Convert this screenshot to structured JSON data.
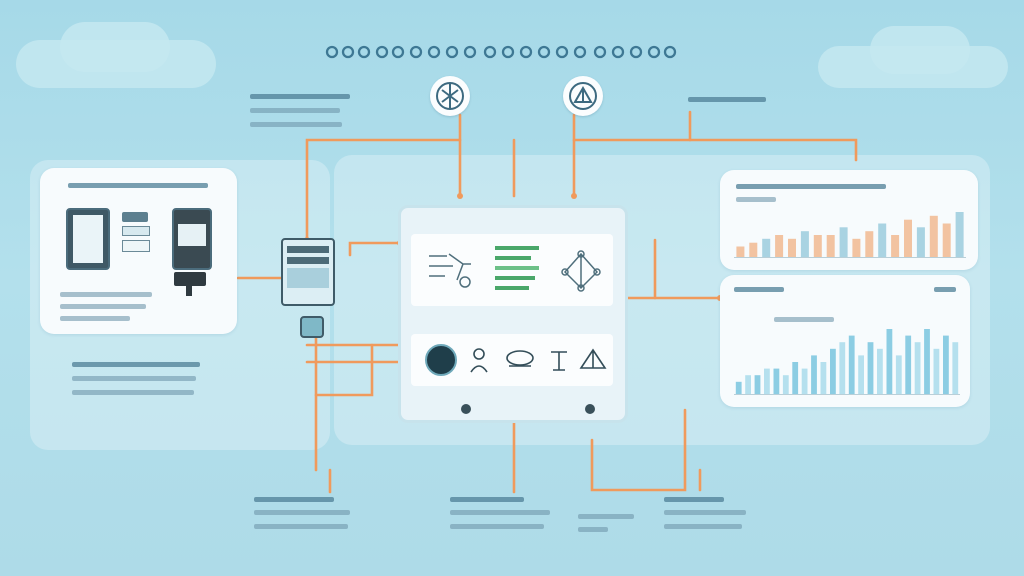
{
  "diagram": {
    "title": "",
    "accent_color": "#f09a5c",
    "background_color": "#aedbe8",
    "panel_color": "#f7fbfd"
  },
  "left_panel": {
    "icons": [
      "tablet-icon",
      "monitor-icon",
      "server-icon"
    ]
  },
  "top_nodes": {
    "icons": [
      "network-icon",
      "cluster-icon"
    ]
  },
  "center_module": {
    "screen_icons": [
      "workflow-icon",
      "list-icon",
      "nodes-icon"
    ],
    "bottom_icons": [
      "disc-icon",
      "person-icon",
      "cloud-icon",
      "hand-icon",
      "tent-icon"
    ]
  },
  "right_panel": {
    "top_chart": {
      "type": "bar",
      "values": [
        3,
        4,
        5,
        6,
        5,
        7,
        6,
        6,
        8,
        5,
        7,
        9,
        6,
        10,
        8,
        11,
        9,
        12
      ]
    },
    "bottom_chart": {
      "type": "bar",
      "values": [
        2,
        3,
        3,
        4,
        4,
        3,
        5,
        4,
        6,
        5,
        7,
        8,
        9,
        6,
        8,
        7,
        10,
        6,
        9,
        8,
        10,
        7,
        9,
        8
      ]
    }
  }
}
